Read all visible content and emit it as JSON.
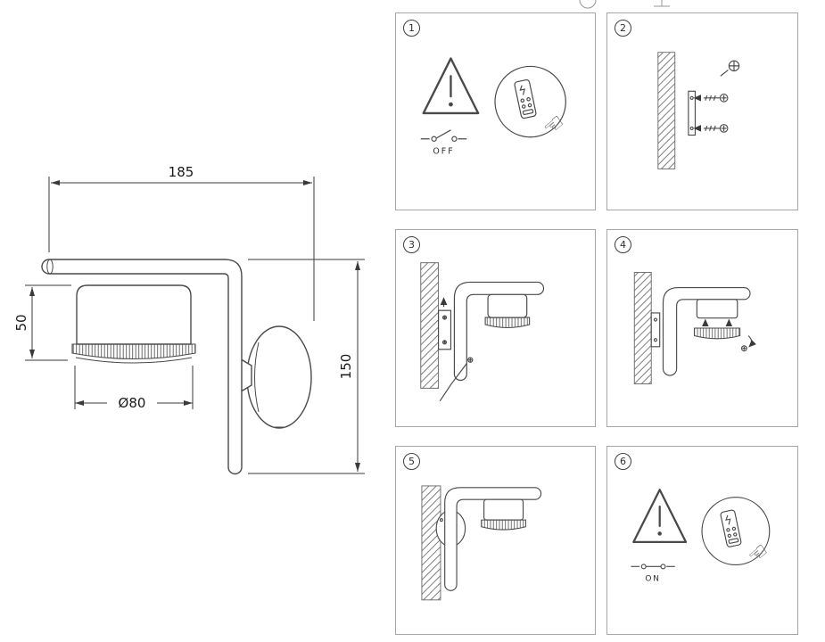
{
  "drawing": {
    "dim_length": "185",
    "dim_head_height": "50",
    "dim_diameter": "Ø80",
    "dim_height": "150"
  },
  "steps": [
    {
      "number": "1",
      "power_label": "OFF"
    },
    {
      "number": "2"
    },
    {
      "number": "3"
    },
    {
      "number": "4"
    },
    {
      "number": "5"
    },
    {
      "number": "6",
      "power_label": "ON"
    }
  ]
}
